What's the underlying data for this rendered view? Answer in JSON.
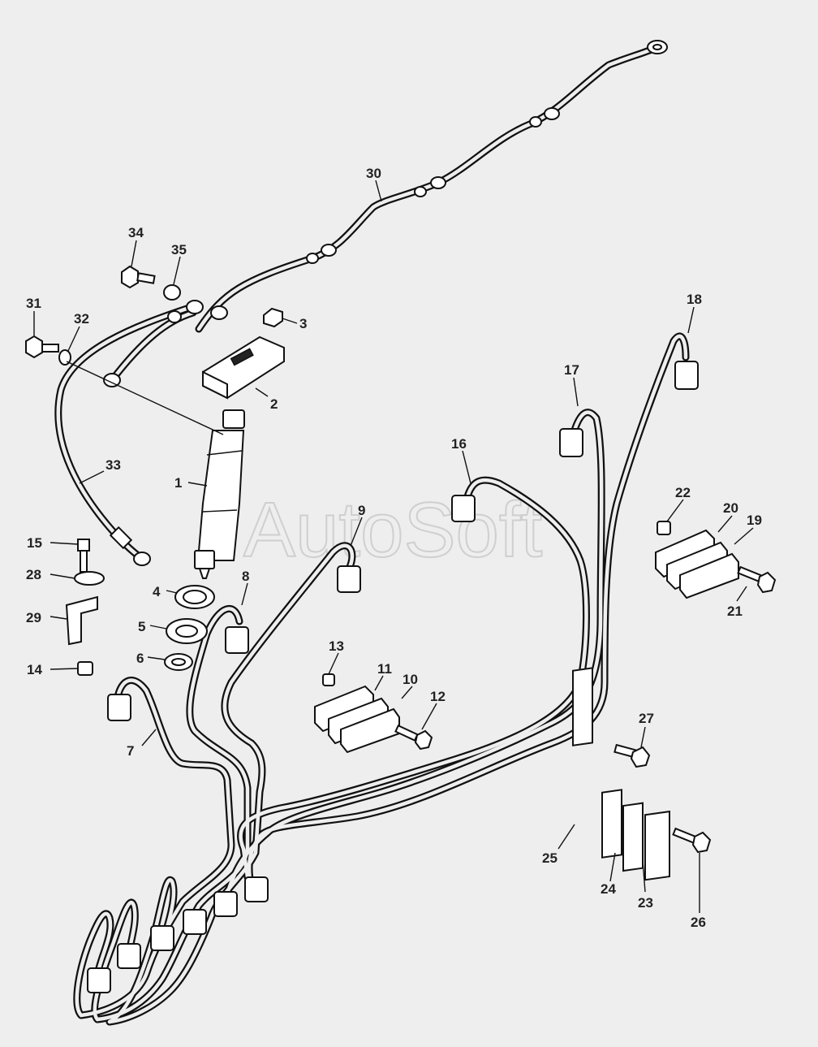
{
  "watermark": "AutoSoft",
  "callouts": [
    "1",
    "2",
    "3",
    "4",
    "5",
    "6",
    "7",
    "8",
    "9",
    "10",
    "11",
    "12",
    "13",
    "14",
    "15",
    "16",
    "17",
    "18",
    "19",
    "20",
    "21",
    "22",
    "23",
    "24",
    "25",
    "26",
    "27",
    "28",
    "29",
    "30",
    "31",
    "32",
    "33",
    "34",
    "35"
  ],
  "colors": {
    "background": "#eeeeee",
    "line": "#111111",
    "label": "#222222",
    "watermark": "#cfcfcf"
  }
}
